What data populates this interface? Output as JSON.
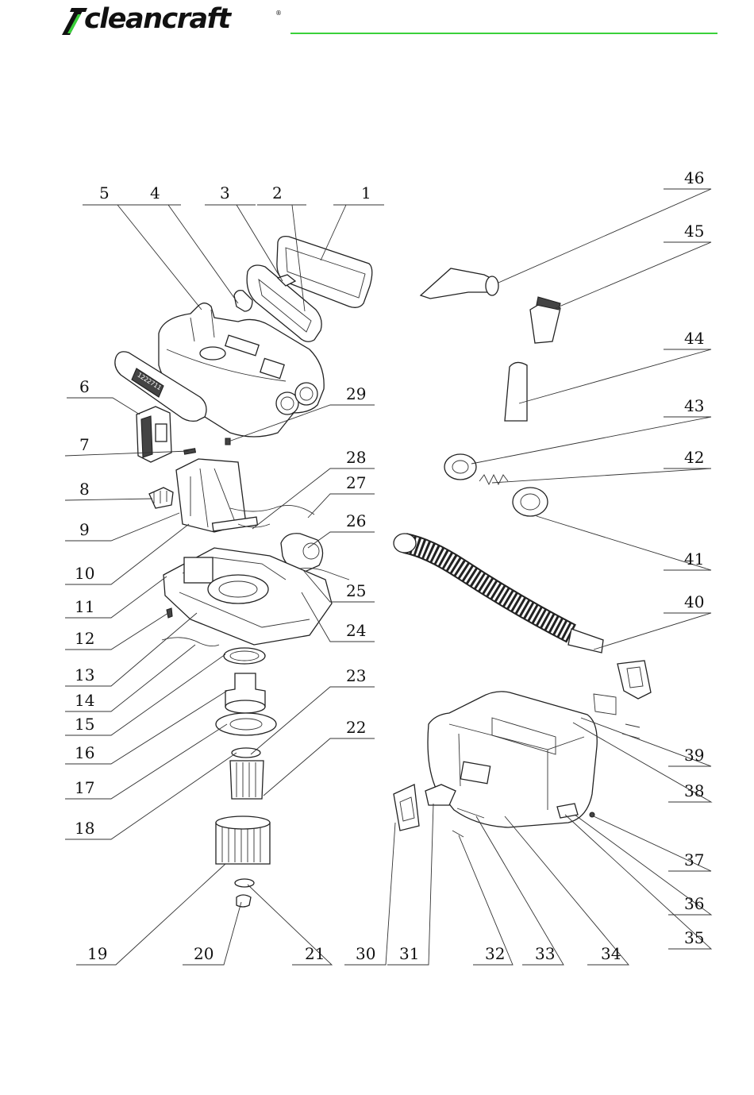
{
  "brand": {
    "name": "cleancraft",
    "registered_mark": "®",
    "accent_color": "#3ad13a"
  },
  "callouts": [
    {
      "id": "1",
      "label": "1"
    },
    {
      "id": "2",
      "label": "2"
    },
    {
      "id": "3",
      "label": "3"
    },
    {
      "id": "4",
      "label": "4"
    },
    {
      "id": "5",
      "label": "5"
    },
    {
      "id": "6",
      "label": "6"
    },
    {
      "id": "7",
      "label": "7"
    },
    {
      "id": "8",
      "label": "8"
    },
    {
      "id": "9",
      "label": "9"
    },
    {
      "id": "10",
      "label": "10"
    },
    {
      "id": "11",
      "label": "11"
    },
    {
      "id": "12",
      "label": "12"
    },
    {
      "id": "13",
      "label": "13"
    },
    {
      "id": "14",
      "label": "14"
    },
    {
      "id": "15",
      "label": "15"
    },
    {
      "id": "16",
      "label": "16"
    },
    {
      "id": "17",
      "label": "17"
    },
    {
      "id": "18",
      "label": "18"
    },
    {
      "id": "19",
      "label": "19"
    },
    {
      "id": "20",
      "label": "20"
    },
    {
      "id": "21",
      "label": "21"
    },
    {
      "id": "22",
      "label": "22"
    },
    {
      "id": "23",
      "label": "23"
    },
    {
      "id": "24",
      "label": "24"
    },
    {
      "id": "25",
      "label": "25"
    },
    {
      "id": "26",
      "label": "26"
    },
    {
      "id": "27",
      "label": "27"
    },
    {
      "id": "28",
      "label": "28"
    },
    {
      "id": "29",
      "label": "29"
    },
    {
      "id": "30",
      "label": "30"
    },
    {
      "id": "31",
      "label": "31"
    },
    {
      "id": "32",
      "label": "32"
    },
    {
      "id": "33",
      "label": "33"
    },
    {
      "id": "34",
      "label": "34"
    },
    {
      "id": "35",
      "label": "35"
    },
    {
      "id": "36",
      "label": "36"
    },
    {
      "id": "37",
      "label": "37"
    },
    {
      "id": "38",
      "label": "38"
    },
    {
      "id": "39",
      "label": "39"
    },
    {
      "id": "40",
      "label": "40"
    },
    {
      "id": "41",
      "label": "41"
    },
    {
      "id": "42",
      "label": "42"
    },
    {
      "id": "43",
      "label": "43"
    },
    {
      "id": "44",
      "label": "44"
    },
    {
      "id": "45",
      "label": "45"
    },
    {
      "id": "46",
      "label": "46"
    }
  ],
  "nameplate_text": "1222711"
}
